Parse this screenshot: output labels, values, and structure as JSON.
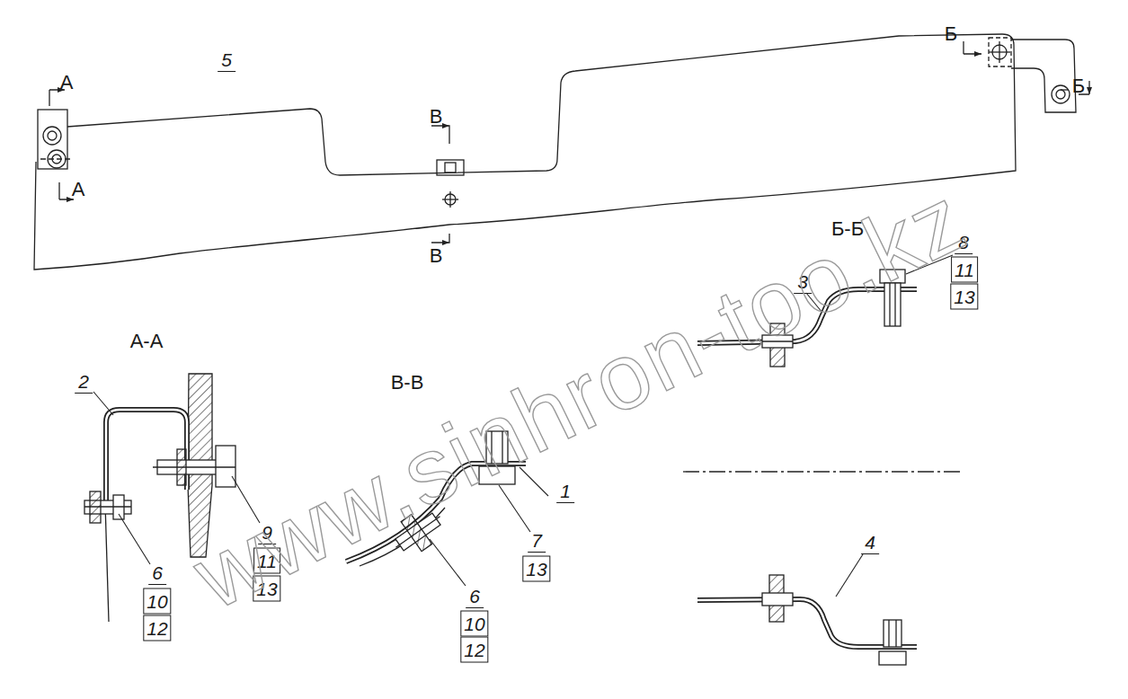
{
  "diagram": {
    "labels": [
      "5",
      "А",
      "Б",
      "В",
      "Б",
      "А",
      "Б-Б",
      "В",
      "8",
      "11",
      "13",
      "3",
      "А-А",
      "В-В",
      "2",
      "1",
      "9",
      "11",
      "13",
      "7",
      "13",
      "6",
      "10",
      "12",
      "4",
      "6",
      "10",
      "12",
      "www.sinhron-too.kz"
    ]
  }
}
